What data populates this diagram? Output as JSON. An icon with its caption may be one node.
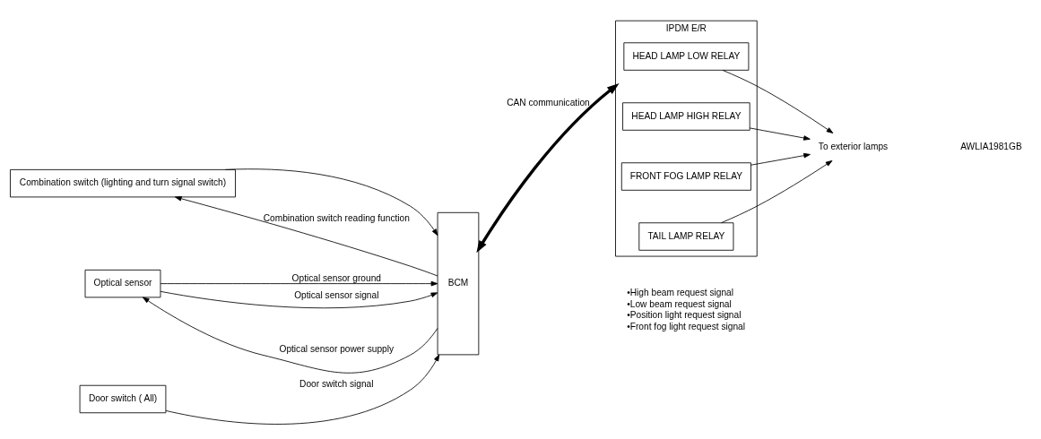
{
  "diagram": {
    "nodes": [
      {
        "text": [
          "Combination switch (lighting and turn signal switch)"
        ]
      },
      {
        "text": [
          "Optical sensor"
        ]
      },
      {
        "text": [
          "Door switch ( All)"
        ]
      },
      {
        "text": [
          "BCM"
        ]
      },
      {
        "text": [
          "IPDM E/R"
        ]
      },
      {
        "text": [
          "HEAD LAMP LOW RELAY"
        ],
        "in": 4
      },
      {
        "text": [
          "HEAD LAMP HIGH RELAY"
        ],
        "in": 4
      },
      {
        "text": [
          "FRONT FOG LAMP RELAY"
        ],
        "in": 4
      },
      {
        "text": [
          "TAIL LAMP RELAY"
        ],
        "in": 4
      },
      {
        "text": [
          "To exterior lamps"
        ]
      }
    ],
    "edges": [
      {
        "from": 3,
        "to": 0,
        "arrow": "to",
        "label": "Combination switch reading function"
      },
      {
        "from": 0,
        "to": 3,
        "arrow": "to"
      },
      {
        "from": 3,
        "to": 1,
        "arrow": "to",
        "label": "Optical sensor power supply"
      },
      {
        "from": 1,
        "to": 3,
        "arrow": "to",
        "label": "Optical sensor ground"
      },
      {
        "from": 1,
        "to": 3,
        "arrow": "to",
        "label": "Optical sensor signal"
      },
      {
        "from": 2,
        "to": 3,
        "arrow": "to",
        "label": "Door switch signal"
      },
      {
        "from": 3,
        "to": 4,
        "arrow": "both",
        "label": "CAN communication",
        "style": "thick"
      },
      {
        "from": 5,
        "to": 9,
        "arrow": "to"
      },
      {
        "from": 6,
        "to": 9,
        "arrow": "to"
      },
      {
        "from": 7,
        "to": 9,
        "arrow": "to"
      },
      {
        "from": 8,
        "to": 9,
        "arrow": "to"
      }
    ],
    "labels": [
      "•High beam request signal",
      "•Low beam request signal",
      "•Position light request signal",
      "•Front fog light request signal",
      "AWLIA1981GB"
    ]
  }
}
